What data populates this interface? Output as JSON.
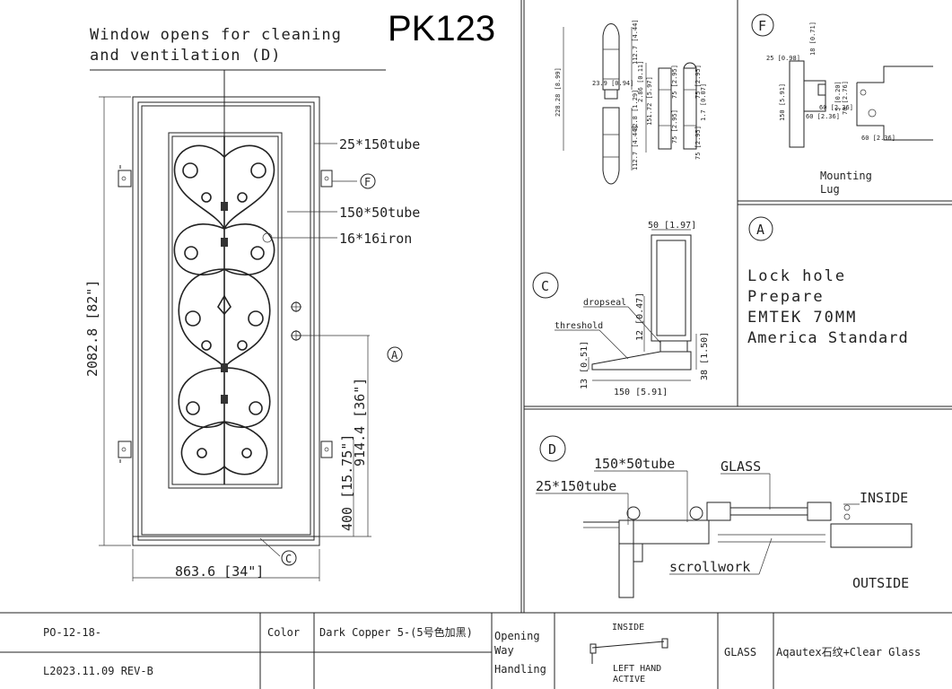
{
  "title": "PK123",
  "main_view": {
    "window_note_line1": "Window opens for cleaning",
    "window_note_line2": "and ventilation (D)",
    "callout_frame": "25*150tube",
    "callout_panel": "150*50tube",
    "callout_iron": "16*16iron",
    "marker_f": "F",
    "marker_a": "A",
    "marker_c": "C",
    "dim_height": "2082.8 [82\"]",
    "dim_lock": "914.4 [36\"]",
    "dim_handle_top": "400 [15.75\"]",
    "dim_width": "863.6 [34\"]"
  },
  "hinge_detail": {
    "dims": [
      "228.28 [8.99]",
      "112.7 [4.44]",
      "23.9 [0.94]",
      "2.86 [0.11]",
      "32.8 [1.29]",
      "151.72 [5.97]",
      "112.7 [4.44]",
      "75 [2.95]",
      "75 [2.95]",
      "75 [2.95]",
      "1.7 [0.07]",
      "75 [2.95]"
    ]
  },
  "mounting_lug": {
    "marker": "F",
    "label_line1": "Mounting",
    "label_line2": "Lug",
    "dims": [
      "25 [0.98]",
      "18 [0.71]",
      "150 [5.91]",
      "60 [2.36]",
      "5 [0.20]",
      "70 [2.76]",
      "60 [2.36]",
      "60 [2.36]"
    ]
  },
  "lock_detail": {
    "marker": "A",
    "line1": "Lock hole",
    "line2": "Prepare",
    "line3": "EMTEK 70MM",
    "line4": "America Standard"
  },
  "threshold_detail": {
    "marker": "C",
    "label_dropseal": "dropseal",
    "label_threshold": "threshold",
    "dim_top": "50 [1.97]",
    "dim_gap": "12 [0.47]",
    "dim_small": "13 [0.51]",
    "dim_right": "38 [1.50]",
    "dim_bottom": "150 [5.91]"
  },
  "glass_detail": {
    "marker": "D",
    "label_tube_panel": "150*50tube",
    "label_tube_frame": "25*150tube",
    "label_glass": "GLASS",
    "label_inside": "INSIDE",
    "label_scrollwork": "scrollwork",
    "label_outside": "OUTSIDE"
  },
  "title_block": {
    "po": "PO-12-18-",
    "revision": "L2023.11.09 REV-B",
    "color_label": "Color",
    "color_value": "Dark Copper 5-(5号色加黑)",
    "opening_way_line1": "Opening",
    "opening_way_line2": "Way",
    "opening_way_line3": "Handling",
    "swing_inside": "INSIDE",
    "swing_line1": "LEFT HAND",
    "swing_line2": "ACTIVE",
    "glass_label": "GLASS",
    "glass_value": "Aqautex石纹+Clear Glass"
  }
}
